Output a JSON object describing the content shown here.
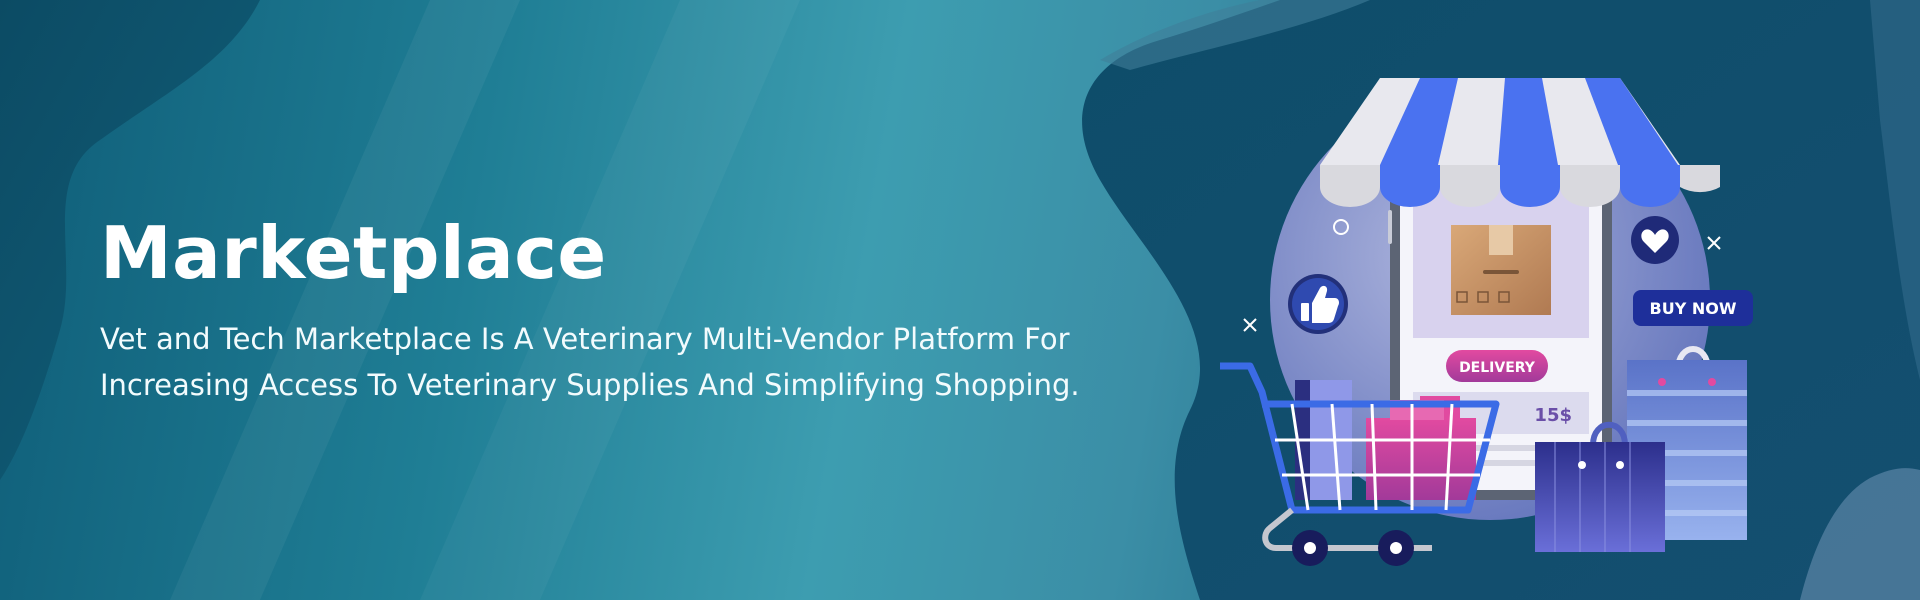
{
  "hero": {
    "title": "Marketplace",
    "description": "Vet and Tech Marketplace Is A Veterinary Multi-Vendor Platform For Increasing Access To Veterinary Supplies And Simplifying Shopping."
  },
  "illustration": {
    "delivery_label": "DELIVERY",
    "price_label": "15$",
    "buy_now_label": "BUY NOW",
    "icons": [
      "storefront-awning-icon",
      "smartphone-icon",
      "package-box-icon",
      "thumbs-up-icon",
      "heart-icon",
      "shopping-cart-icon",
      "shopping-bag-icon"
    ]
  },
  "colors": {
    "awning_blue": "#4a72f0",
    "awning_grey": "#d9d9de",
    "delivery_pink": "#d24a95",
    "buy_now_navy": "#1e2f9a",
    "cart_blue": "#3b6be6"
  }
}
